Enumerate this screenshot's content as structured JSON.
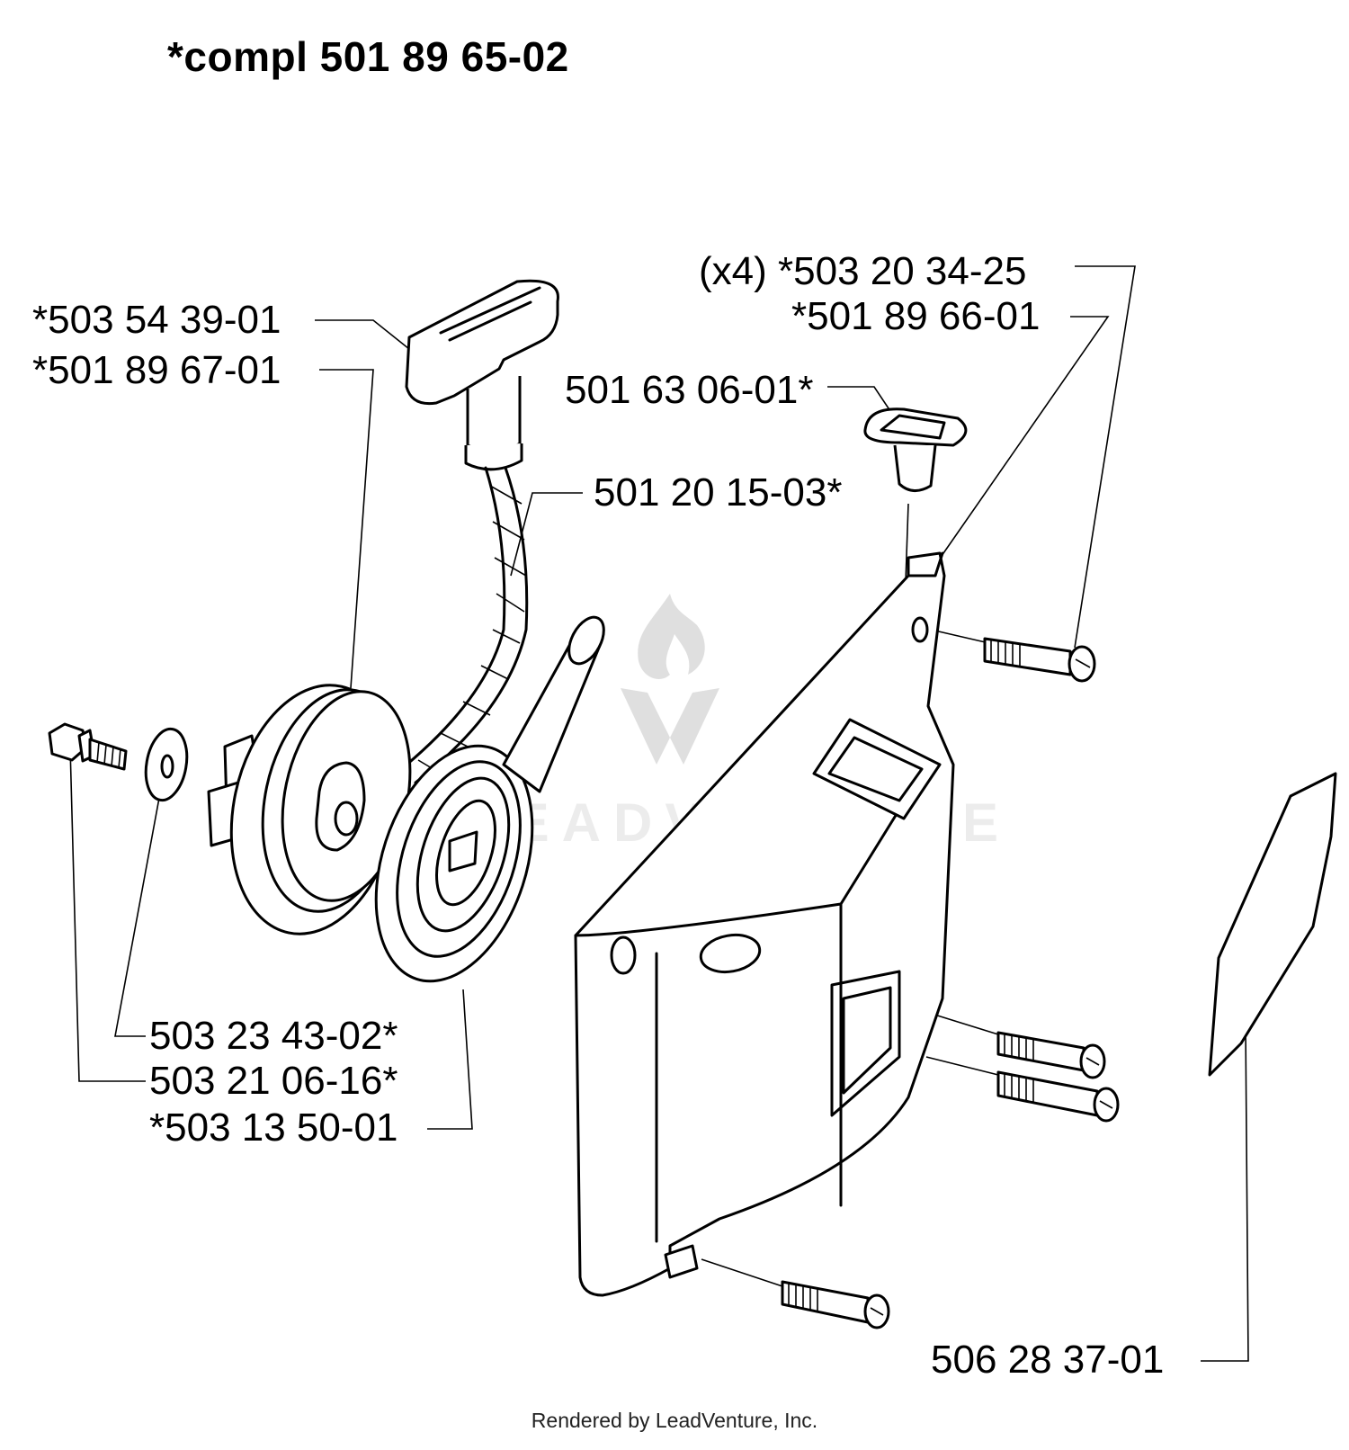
{
  "title": "*compl 501 89 65-02",
  "watermark": {
    "text": "LEADVENTURE"
  },
  "labels": {
    "handle": "*503 54 39-01",
    "pulley": "*501 89 67-01",
    "screw_x4": "(x4) *503 20 34-25",
    "cover": "*501 89 66-01",
    "grommet": "501 63 06-01*",
    "rope": "501 20 15-03*",
    "washer": "503 23 43-02*",
    "bolt": "503 21 06-16*",
    "spring": "*503 13 50-01",
    "decal": "506 28 37-01"
  },
  "footer": "Rendered by LeadVenture, Inc."
}
